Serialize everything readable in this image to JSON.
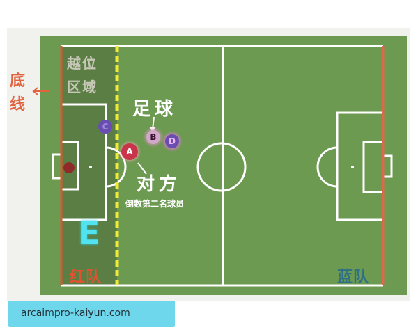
{
  "labels": {
    "goal_line": "底\n线",
    "offside_zone": "越位\n区域",
    "football": "足球",
    "opponent": "对方",
    "opponent_sub": "倒数第二名球员",
    "e_marker": "E",
    "red_team": "红队",
    "blue_team": "蓝队"
  },
  "players": {
    "a": "A",
    "b": "B",
    "c": "C",
    "d": "D"
  },
  "watermark": {
    "url": "arcaimpro-kaiyun.com"
  },
  "colors": {
    "pitch": "#6c9a51",
    "offside_zone": "#5c7f45",
    "line": "#ffffff",
    "offside_line": "#f2ea3a",
    "red_accent": "#e1522e",
    "blue_accent": "#2d6f86",
    "watermark_bg": "#6ed7ec"
  }
}
